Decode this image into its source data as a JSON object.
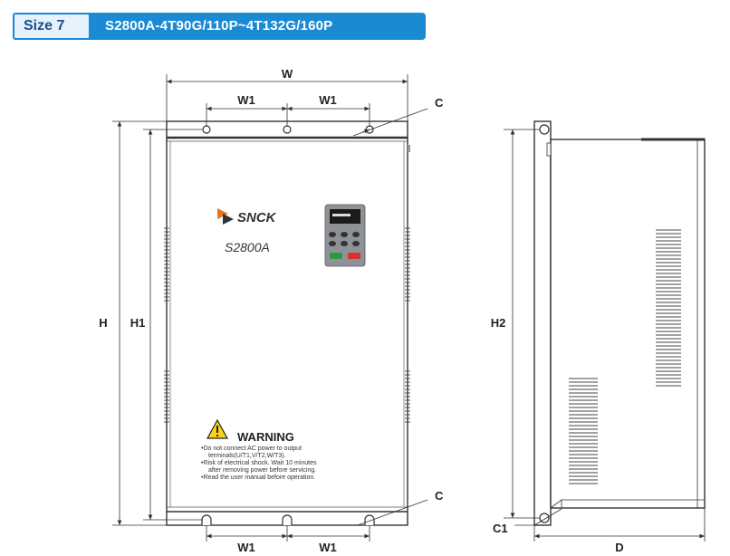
{
  "header": {
    "size_label": "Size 7",
    "model_range": "S2800A-4T90G/110P~4T132G/160P"
  },
  "dimensions": {
    "W": "W",
    "W1": "W1",
    "C": "C",
    "H": "H",
    "H1": "H1",
    "H2": "H2",
    "C1": "C1",
    "D": "D"
  },
  "panel": {
    "brand": "SNCK",
    "model": "S2800A"
  },
  "warning": {
    "title": "WARNING",
    "lines": [
      "•Do not connect AC power to output",
      "terminals(U/T1,V/T2,W/T3).",
      "•Risk of electrical shock. Wait 10 minutes",
      "after removing power before servicing.",
      "•Read the user manual before operation."
    ]
  },
  "colors": {
    "accent": "#1a8ad4",
    "brand_orange": "#e8751a",
    "keypad": "#8e9296",
    "warning_yellow": "#f6d21a"
  }
}
